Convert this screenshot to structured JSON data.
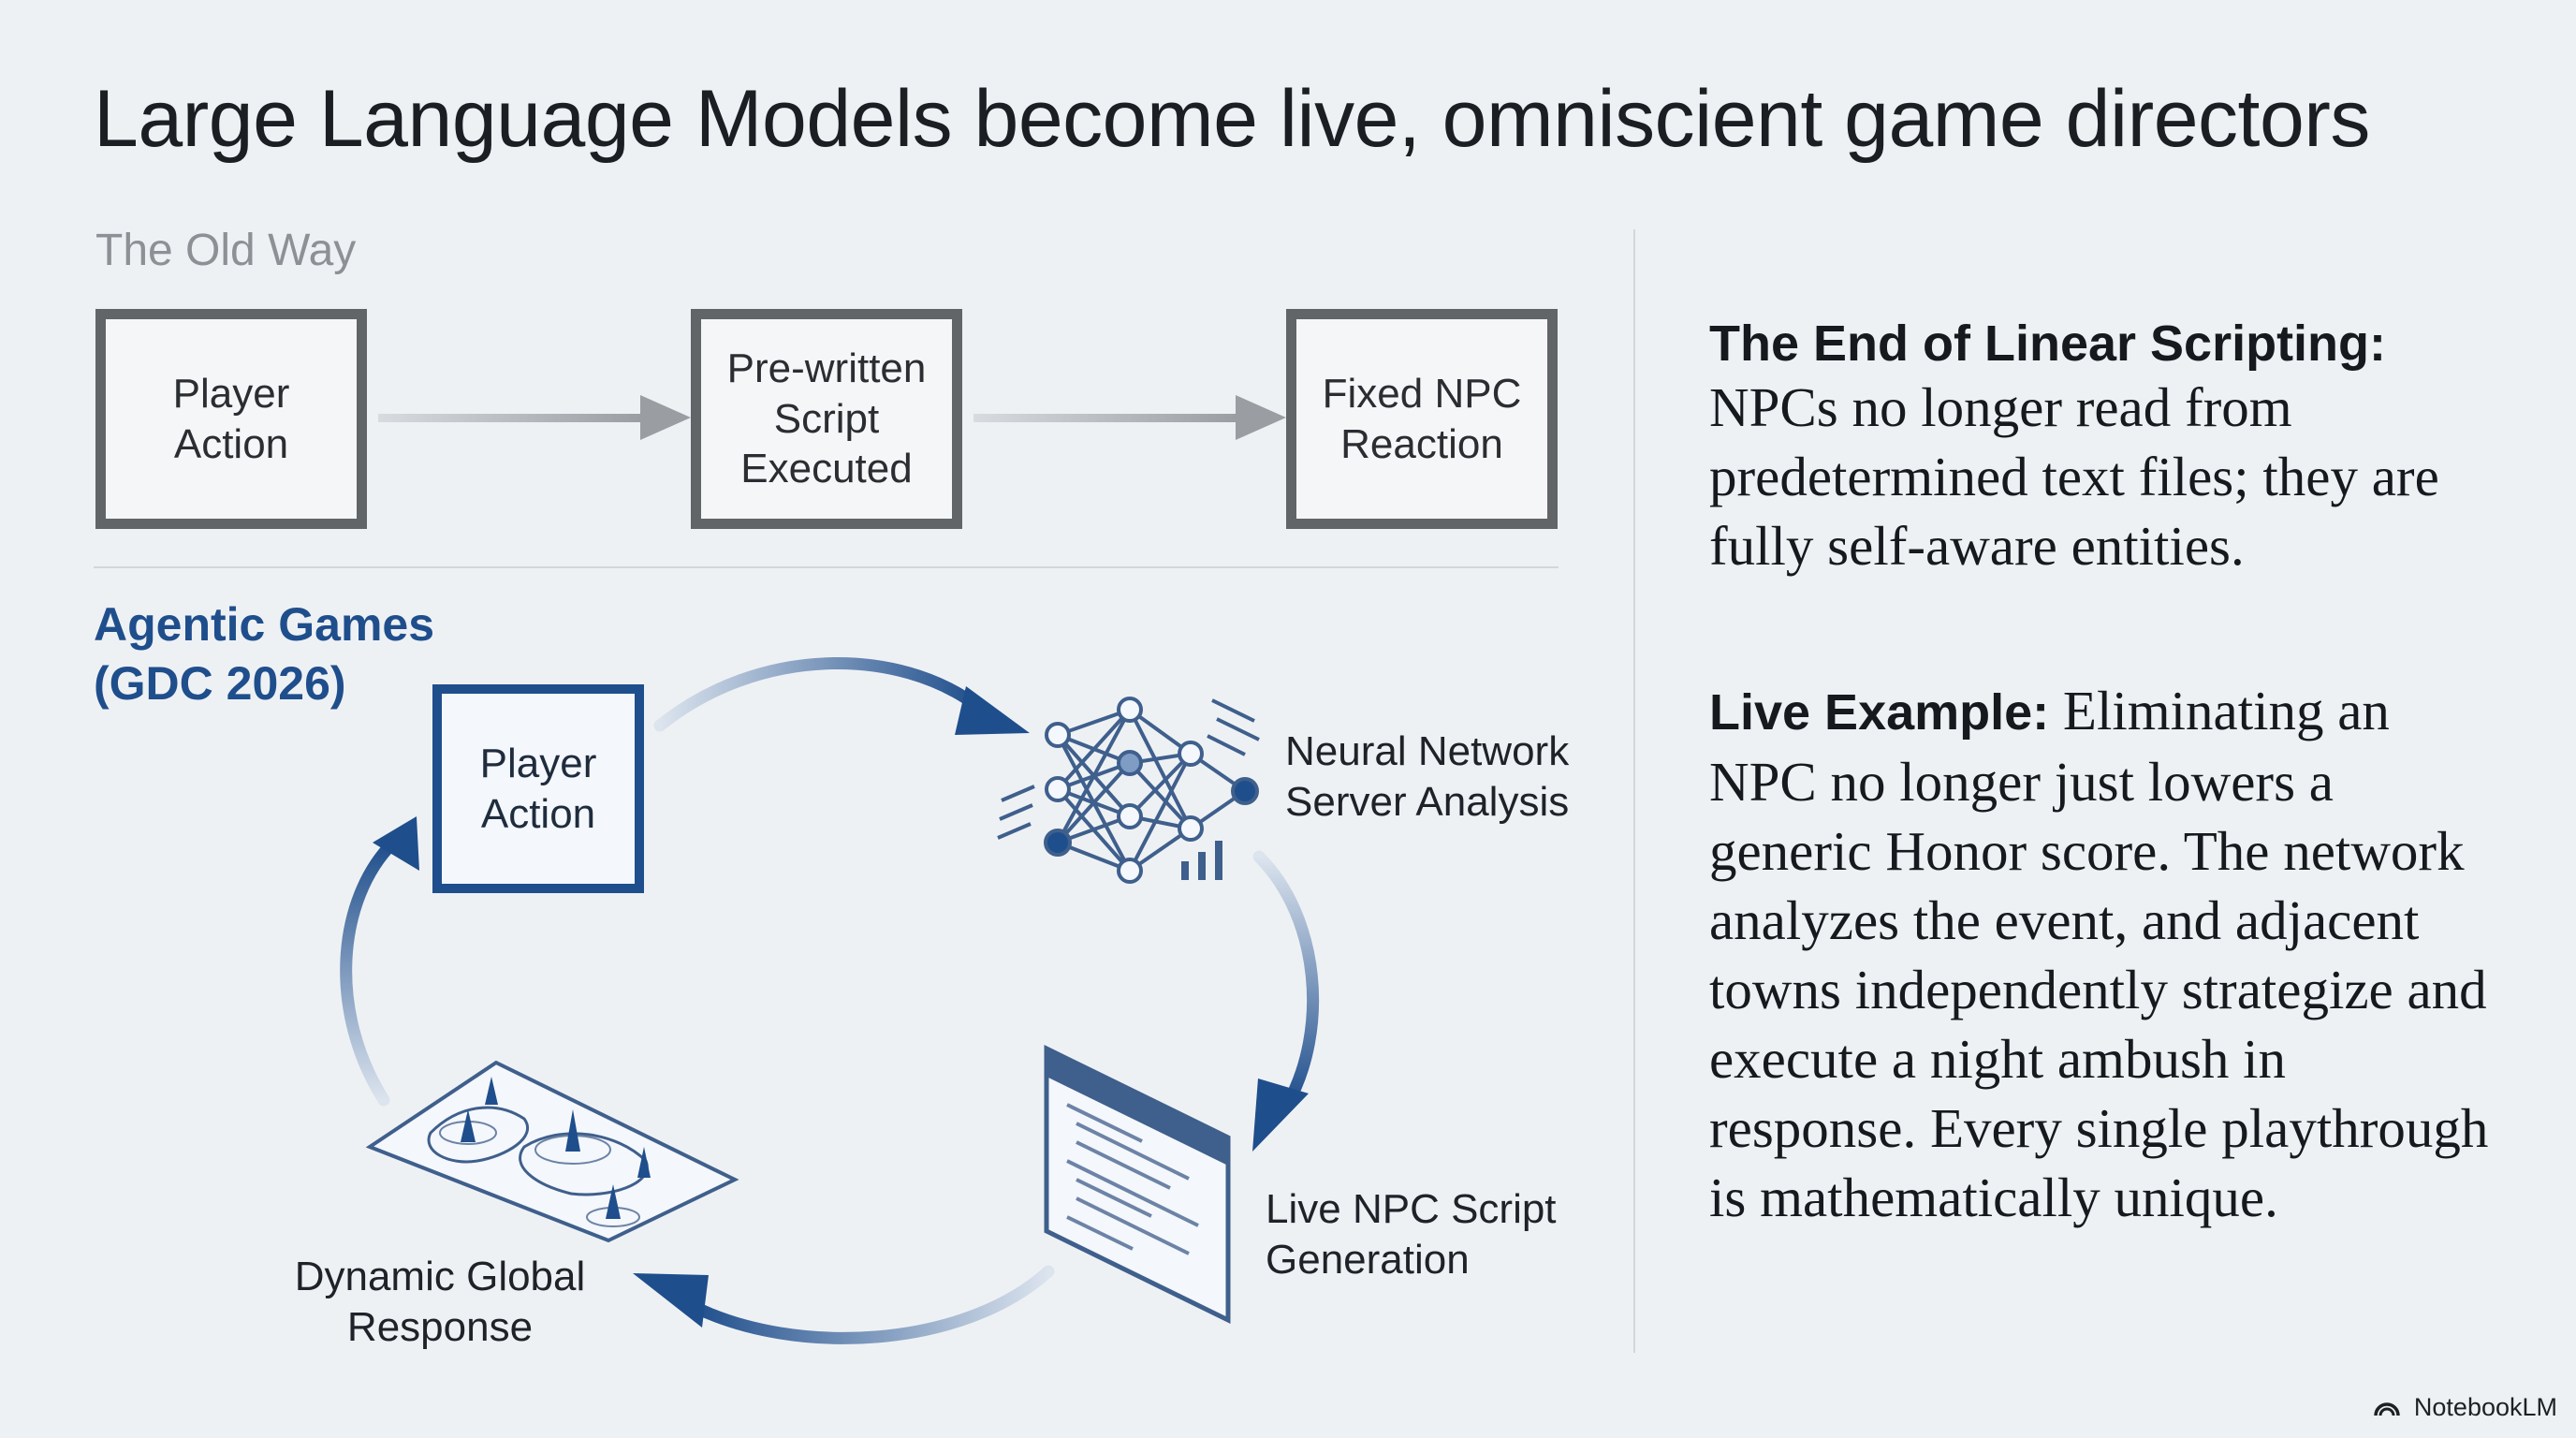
{
  "title": "Large Language Models become live, omniscient game directors",
  "old_way": {
    "label": "The Old Way",
    "steps": [
      "Player\nAction",
      "Pre-written\nScript\nExecuted",
      "Fixed NPC\nReaction"
    ]
  },
  "agentic": {
    "label": "Agentic Games\n(GDC 2026)",
    "player_action": "Player\nAction",
    "neural_network": "Neural Network\nServer Analysis",
    "script_generation": "Live NPC Script\nGeneration",
    "global_response": "Dynamic Global\nResponse"
  },
  "right": {
    "p1_head": "The End of Linear Scripting:",
    "p1_body": "NPCs no longer read from predetermined text files; they are fully self-aware entities.",
    "p2_head": "Live Example:",
    "p2_body": "Eliminating an NPC no longer just lowers a generic Honor score. The network analyzes the event, and adjacent towns independently strategize and execute a night ambush in response. Every single playthrough is mathematically unique."
  },
  "branding": {
    "logo_text": "NotebookLM",
    "logo_icon": "notebooklm-icon"
  },
  "colors": {
    "accent": "#1f4e8c",
    "old_border": "#626568",
    "background": "#eef1f4"
  }
}
